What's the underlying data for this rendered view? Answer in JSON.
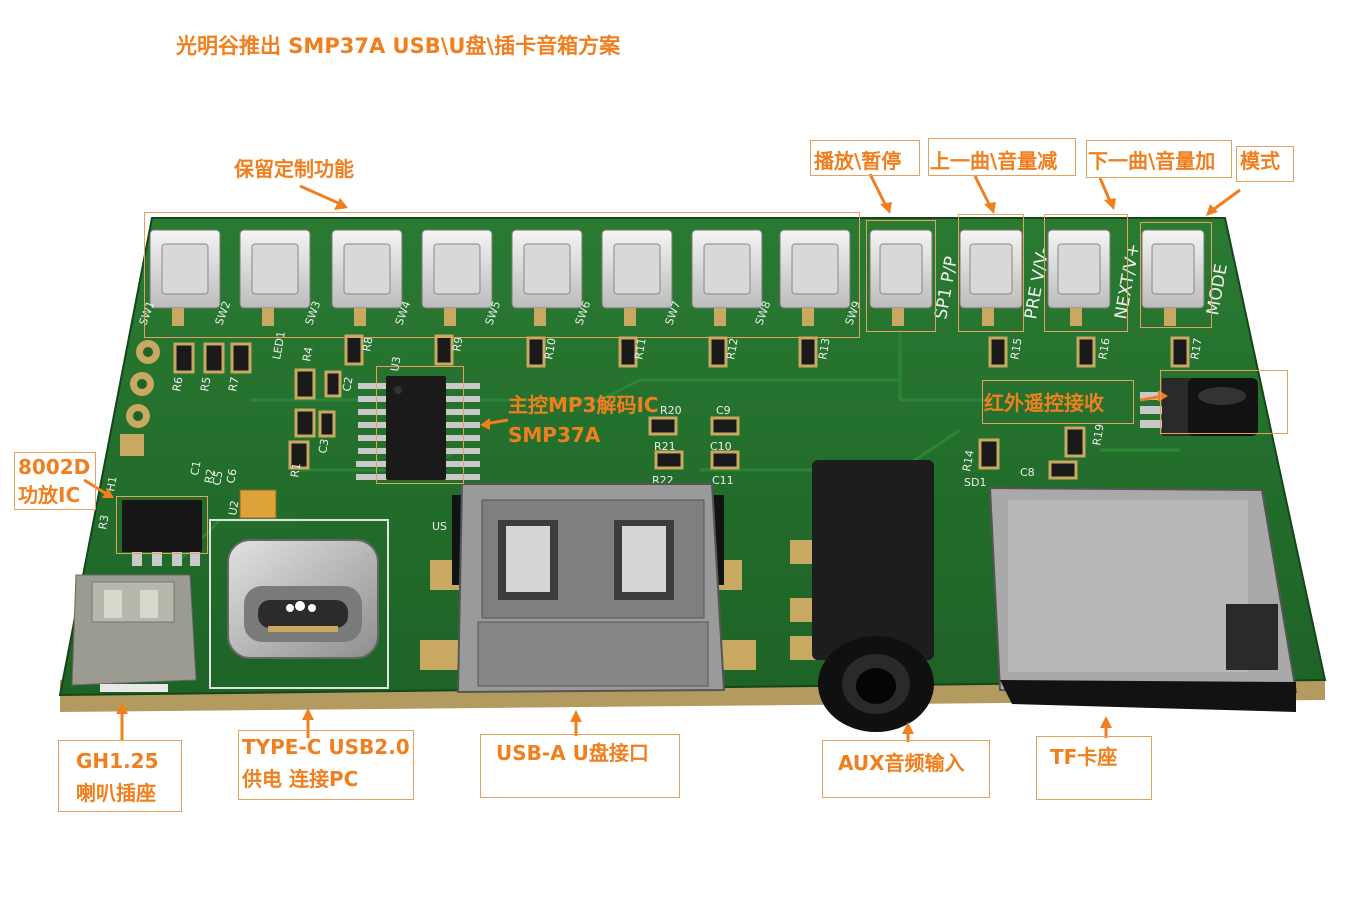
{
  "title": "光明谷推出 SMP37A USB\\U盘\\插卡音箱方案",
  "colors": {
    "accent": "#f07f1f",
    "pcb": "#1f6b2a",
    "pcb_dark": "#174f1f",
    "pad": "#c9a861"
  },
  "labels": {
    "reserved": "保留定制功能",
    "play": "播放\\暂停",
    "prev": "上一曲\\音量减",
    "next": "下一曲\\音量加",
    "mode": "模式",
    "mcu_line1": "主控MP3解码IC",
    "mcu_line2": "SMP37A",
    "ir": "红外遥控接收",
    "amp_line1": "8002D",
    "amp_line2": "功放IC",
    "gh_line1": "GH1.25",
    "gh_line2": "喇叭插座",
    "typec_line1": "TYPE-C USB2.0",
    "typec_line2": "供电 连接PC",
    "usba": "USB-A U盘接口",
    "aux": "AUX音频输入",
    "tf": "TF卡座"
  },
  "silkscreen": {
    "switches": [
      "SW1",
      "SW2",
      "SW3",
      "SW4",
      "SW5",
      "SW6",
      "SW7",
      "SW8",
      "SW9"
    ],
    "key_markings": [
      "SP1 P/P",
      "PRE V/V-",
      "NEXT/V+",
      "MODE"
    ],
    "resistors": [
      "R8",
      "R9",
      "R10",
      "R11",
      "R12",
      "R13",
      "R15",
      "R16",
      "R17"
    ],
    "misc": [
      "R6",
      "R5",
      "R7",
      "LED1",
      "R4",
      "C2",
      "U3",
      "C3",
      "R1",
      "C5",
      "C6",
      "R2",
      "R3",
      "U2",
      "C1",
      "R20",
      "R21",
      "R22",
      "C9",
      "C10",
      "C11",
      "R14",
      "SD1",
      "C8",
      "R19",
      "H1",
      "US"
    ]
  }
}
